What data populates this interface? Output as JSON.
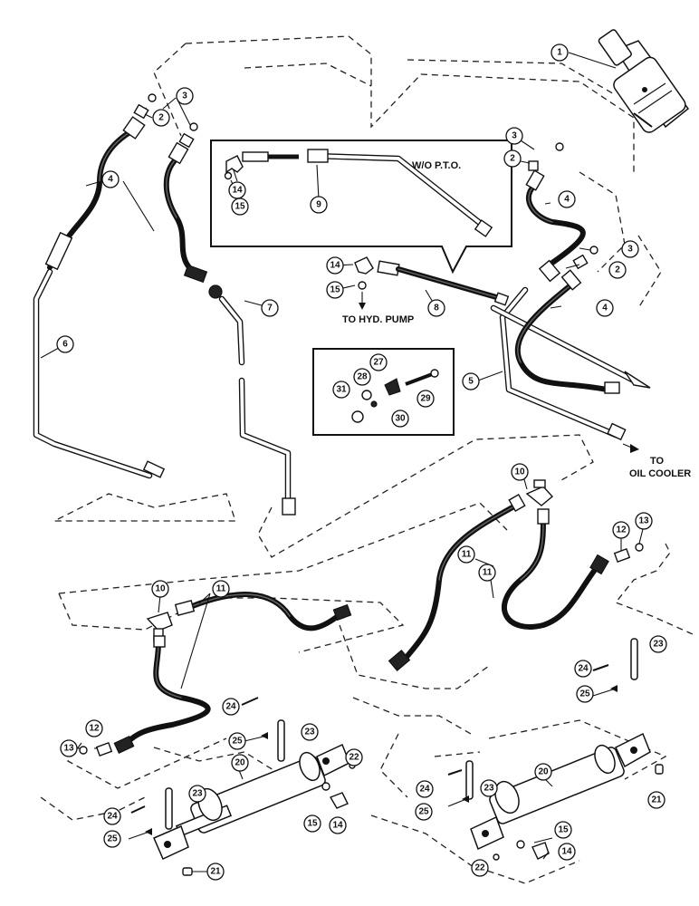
{
  "labels": {
    "wo_pto": "W/O P.T.O.",
    "to_hyd_pump": "TO HYD. PUMP",
    "to_oil_cooler_line1": "TO",
    "to_oil_cooler_line2": "OIL COOLER"
  },
  "callouts": {
    "c1": "1",
    "c2": "2",
    "c3": "3",
    "c4": "4",
    "c5": "5",
    "c6": "6",
    "c7": "7",
    "c8": "8",
    "c9": "9",
    "c10": "10",
    "c11": "11",
    "c12": "12",
    "c13": "13",
    "c14": "14",
    "c15": "15",
    "c20": "20",
    "c21": "21",
    "c22": "22",
    "c23": "23",
    "c24": "24",
    "c25": "25",
    "c27": "27",
    "c28": "28",
    "c29": "29",
    "c30": "30",
    "c31": "31"
  }
}
